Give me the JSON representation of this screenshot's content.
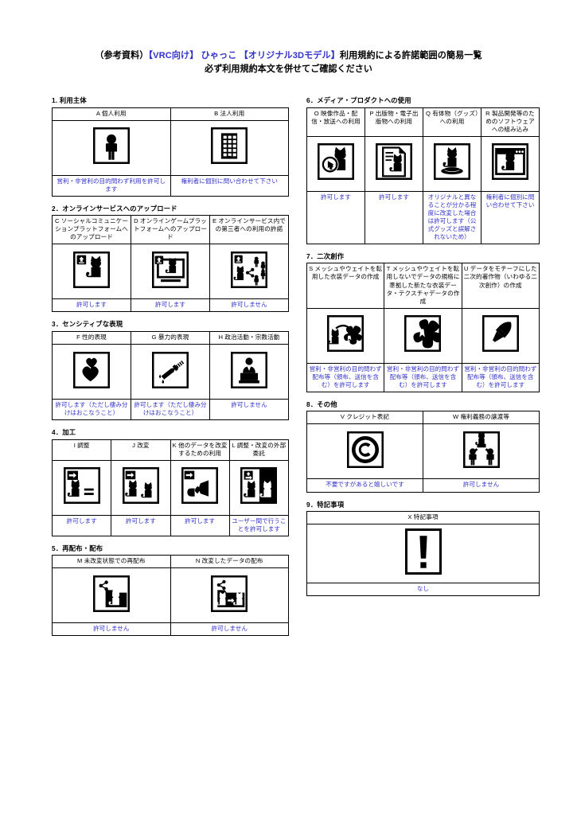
{
  "document": {
    "title_line1_parts": [
      {
        "t": "（参考資料）",
        "blue": false
      },
      {
        "t": "【VRC向け】 ひゃっこ 【オリジナル3Dモデル】",
        "blue": true
      },
      {
        "t": "利用規約による許諾範囲の簡易一覧",
        "blue": false
      }
    ],
    "title_line1_plain": "（参考資料）【VRC向け】 ひゃっこ 【オリジナル3Dモデル】利用規約による許諾範囲の簡易一覧",
    "title_line2": "必ず利用規約本文を併せてご確認ください",
    "accent_color": "#3232c8",
    "text_color": "#000000",
    "background_color": "#ffffff"
  },
  "left_column": [
    {
      "number": "1.",
      "heading": "1. 利用主体",
      "columns": 2,
      "items": [
        {
          "code": "A",
          "label": "A 個人利用",
          "icon": "person-icon",
          "permission": "営利・非営利の目的問わず利用を許可します"
        },
        {
          "code": "B",
          "label": "B 法人利用",
          "icon": "building-icon",
          "permission": "権利者に個別に問い合わせて下さい"
        }
      ]
    },
    {
      "number": "2.",
      "heading": "2．オンラインサービスへのアップロード",
      "columns": 3,
      "items": [
        {
          "code": "C",
          "label": "C ソーシャルコミュニケーションプラットフォームへのアップロード",
          "icon": "upload-cat-icon",
          "permission": "許可します"
        },
        {
          "code": "D",
          "label": "D オンラインゲームプラットフォームへのアップロード",
          "icon": "upload-monitor-cat-icon",
          "permission": "許可します"
        },
        {
          "code": "E",
          "label": "E オンラインサービス内での第三者への利用の許諾",
          "icon": "upload-share-people-icon",
          "permission": "許可しません"
        }
      ]
    },
    {
      "number": "3.",
      "heading": "3．センシティブな表現",
      "columns": 3,
      "items": [
        {
          "code": "F",
          "label": "F 性的表現",
          "icon": "hearts-icon",
          "permission": "許可します（ただし棲み分けはおこなうこと）"
        },
        {
          "code": "G",
          "label": "G 暴力的表現",
          "icon": "knife-blood-icon",
          "permission": "許可します（ただし棲み分けはおこなうこと）"
        },
        {
          "code": "H",
          "label": "H 政治活動・宗教活動",
          "icon": "podium-speaker-icon",
          "permission": "許可しません"
        }
      ]
    },
    {
      "number": "4.",
      "heading": "4．加工",
      "columns": 4,
      "items": [
        {
          "code": "I",
          "label": "I 調整",
          "icon": "arrow-cat-equals-icon",
          "permission": "許可します"
        },
        {
          "code": "J",
          "label": "J 改変",
          "icon": "arrow-cat-to-cat-icon",
          "permission": "許可します"
        },
        {
          "code": "K",
          "label": "K 他のデータを改変するための利用",
          "icon": "arrow-cat-ribbon-icon",
          "permission": "許可します"
        },
        {
          "code": "L",
          "label": "L 調整・改変の外部委託",
          "icon": "outsource-cat-icon",
          "permission": "ユーザー間で行うことを許可します"
        }
      ]
    },
    {
      "number": "5.",
      "heading": "5．再配布・配布",
      "columns": 2,
      "items": [
        {
          "code": "M",
          "label": "M 未改変状態での再配布",
          "icon": "share-folder-cat-icon",
          "permission": "許可しません"
        },
        {
          "code": "N",
          "label": "N 改変したデータの配布",
          "icon": "share-folder-modified-cat-icon",
          "permission": "許可しません"
        }
      ]
    }
  ],
  "right_column": [
    {
      "number": "6.",
      "heading": "6．メディア・プロダクトへの使用",
      "columns": 4,
      "items": [
        {
          "code": "O",
          "label": "O 映像作品・配信・放送への利用",
          "icon": "video-play-cat-icon",
          "permission": "許可します"
        },
        {
          "code": "P",
          "label": "P 出版物・電子出版物への利用",
          "icon": "page-cat-icon",
          "permission": "許可します"
        },
        {
          "code": "Q",
          "label": "Q 有体物（グッズ）への利用",
          "icon": "figurine-cat-icon",
          "permission": "オリジナルと異なることが分かる程度に改変した場合は許可します（公式グッズと誤解されないため）"
        },
        {
          "code": "R",
          "label": "R 製品開発等のためのソフトウェアへの組み込み",
          "icon": "software-window-cat-icon",
          "permission": "権利者に個別に問い合わせて下さい"
        }
      ]
    },
    {
      "number": "7.",
      "heading": "7．二次創作",
      "columns": 3,
      "items": [
        {
          "code": "S",
          "label": "S メッシュやウェイトを転用した衣装データの作成",
          "icon": "cat-to-clothes-icon",
          "permission": "営利・非営利の目的問わず配布等（頒布、送信を含む）を許可します"
        },
        {
          "code": "T",
          "label": "T メッシュやウェイトを転用しないでデータの規格に準拠した新たな衣装データ・テクスチャデータの作成",
          "icon": "clothes-icon",
          "permission": "営利・非営利の目的問わず配布等（頒布、送信を含む）を許可します"
        },
        {
          "code": "U",
          "label": "U データをモチーフにした二次的著作物（いわゆる二次創作）の作成",
          "icon": "paintbrush-icon",
          "permission": "営利・非営利の目的問わず配布等（頒布、送信を含む）を許可します"
        }
      ]
    },
    {
      "number": "8.",
      "heading": "8．その他",
      "columns": 2,
      "items": [
        {
          "code": "V",
          "label": "V クレジット表記",
          "icon": "copyright-icon",
          "permission": "不要ですがあると嬉しいです"
        },
        {
          "code": "W",
          "label": "W 権利義務の譲渡等",
          "icon": "transfer-people-cat-icon",
          "permission": "許可しません"
        }
      ]
    },
    {
      "number": "9.",
      "heading": "9．特記事項",
      "columns": 1,
      "items": [
        {
          "code": "X",
          "label": "X 特記事項",
          "icon": "exclamation-icon",
          "permission": "なし"
        }
      ]
    }
  ]
}
